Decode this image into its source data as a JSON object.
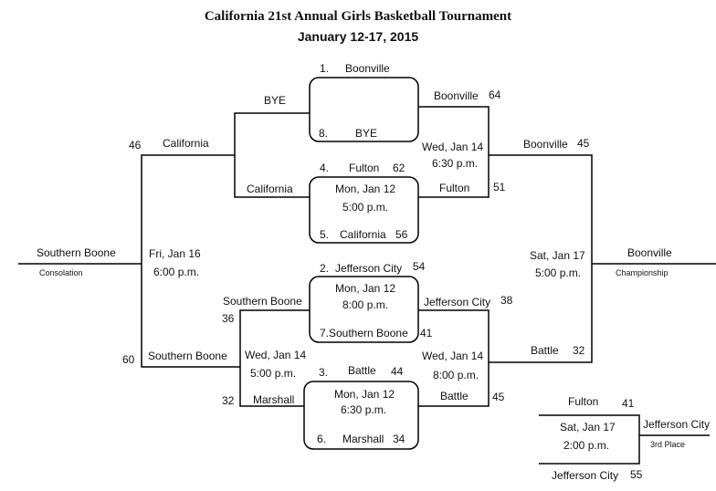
{
  "title": "California 21st Annual Girls Basketball Tournament",
  "dates": "January 12-17, 2015",
  "first_round": [
    {
      "top_seed": "1.",
      "top": "Boonville",
      "top_score": "",
      "bottom_seed": "8.",
      "bottom": "BYE",
      "bottom_score": ""
    },
    {
      "top_seed": "4.",
      "top": "Fulton",
      "top_score": "62",
      "date": "Mon, Jan 12",
      "time": "5:00 p.m.",
      "bottom_seed": "5.",
      "bottom": "California",
      "bottom_score": "56"
    },
    {
      "top_seed": "2.",
      "top": "Jefferson City",
      "top_score": "54",
      "date": "Mon, Jan 12",
      "time": "8:00 p.m.",
      "bottom_seed": "7.",
      "bottom": "Southern Boone",
      "bottom_score": "41"
    },
    {
      "top_seed": "3.",
      "top": "Battle",
      "top_score": "44",
      "date": "Mon, Jan 12",
      "time": "6:30 p.m.",
      "bottom_seed": "6.",
      "bottom": "Marshall",
      "bottom_score": "34"
    }
  ],
  "winners_semis": [
    {
      "top": "Boonville",
      "top_score": "64",
      "date": "Wed, Jan 14",
      "time": "6:30 p.m.",
      "bottom": "Fulton",
      "bottom_score": "51"
    },
    {
      "top": "Jefferson City",
      "top_score": "38",
      "date": "Wed, Jan 14",
      "time": "8:00 p.m.",
      "bottom": "Battle",
      "bottom_score": "45"
    }
  ],
  "championship": {
    "top": "Boonville",
    "top_score": "45",
    "date": "Sat, Jan 17",
    "time": "5:00 p.m.",
    "bottom": "Battle",
    "bottom_score": "32",
    "winner": "Boonville",
    "label": "Championship"
  },
  "consolation_first": [
    {
      "top": "BYE",
      "bottom": "California"
    },
    {
      "top": "Southern Boone",
      "top_score": "36",
      "date": "Wed, Jan 14",
      "time": "5:00 p.m.",
      "bottom": "Marshall",
      "bottom_score": "32"
    }
  ],
  "consolation_final": {
    "top": "California",
    "top_score": "46",
    "date": "Fri, Jan 16",
    "time": "6:00 p.m.",
    "bottom": "Southern Boone",
    "bottom_score": "60",
    "winner": "Southern Boone",
    "label": "Consolation"
  },
  "third_place": {
    "top": "Fulton",
    "top_score": "41",
    "date": "Sat, Jan 17",
    "time": "2:00 p.m.",
    "bottom": "Jefferson City",
    "bottom_score": "55",
    "winner": "Jefferson City",
    "label": "3rd Place"
  }
}
